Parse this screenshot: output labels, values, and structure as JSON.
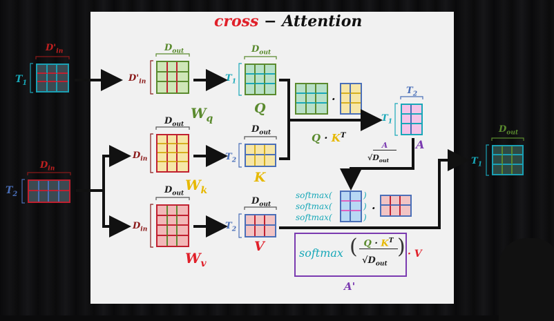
{
  "title": {
    "part1": "cross",
    "part2": " − Attention"
  },
  "input1": {
    "dim": "D'",
    "dim_sub": "in",
    "rows": "T",
    "rows_sub": "1"
  },
  "input2": {
    "dim": "D",
    "dim_sub": "in",
    "rows": "T",
    "rows_sub": "2"
  },
  "wq": {
    "name": "W",
    "sub": "q",
    "rows": "D'",
    "rows_sub": "in",
    "cols": "D",
    "cols_sub": "out"
  },
  "wk": {
    "name": "W",
    "sub": "k",
    "rows": "D",
    "rows_sub": "in",
    "cols": "D",
    "cols_sub": "out"
  },
  "wv": {
    "name": "W",
    "sub": "v",
    "rows": "D",
    "rows_sub": "in",
    "cols": "D",
    "cols_sub": "out"
  },
  "q": {
    "name": "Q",
    "rows": "T",
    "rows_sub": "1",
    "cols": "D",
    "cols_sub": "out"
  },
  "k": {
    "name": "K",
    "rows": "T",
    "rows_sub": "2",
    "cols": "D",
    "cols_sub": "out"
  },
  "v": {
    "name": "V",
    "rows": "T",
    "rows_sub": "2",
    "cols": "D",
    "cols_sub": "out"
  },
  "dot": "·",
  "qk_label": {
    "q": "Q",
    "dot": " · ",
    "k": "K",
    "t": "T"
  },
  "a": {
    "name": "A",
    "rows": "T",
    "rows_sub": "1",
    "cols": "T",
    "cols_sub": "2"
  },
  "scale": {
    "num": "A",
    "den": "√D",
    "den_sub": "out"
  },
  "softmax_rows": [
    "softmax(",
    "softmax(",
    "softmax("
  ],
  "softmax_close": [
    ")",
    ")",
    ")"
  ],
  "formula": {
    "softmax": "softmax",
    "q": "Q",
    "dot": " · ",
    "k": "K",
    "t": "T",
    "den": "√D",
    "den_sub": "out",
    "v": "· V"
  },
  "a_prime": "A'",
  "output": {
    "rows": "T",
    "rows_sub": "1",
    "cols": "D",
    "cols_sub": "out"
  },
  "colors": {
    "red": "#e0202a",
    "yellow": "#e6b800",
    "green": "#5a8a2e",
    "teal": "#18a8b8",
    "blue": "#4a6fb8",
    "purple": "#7a3ab0",
    "darkred": "#8a1a1a"
  }
}
